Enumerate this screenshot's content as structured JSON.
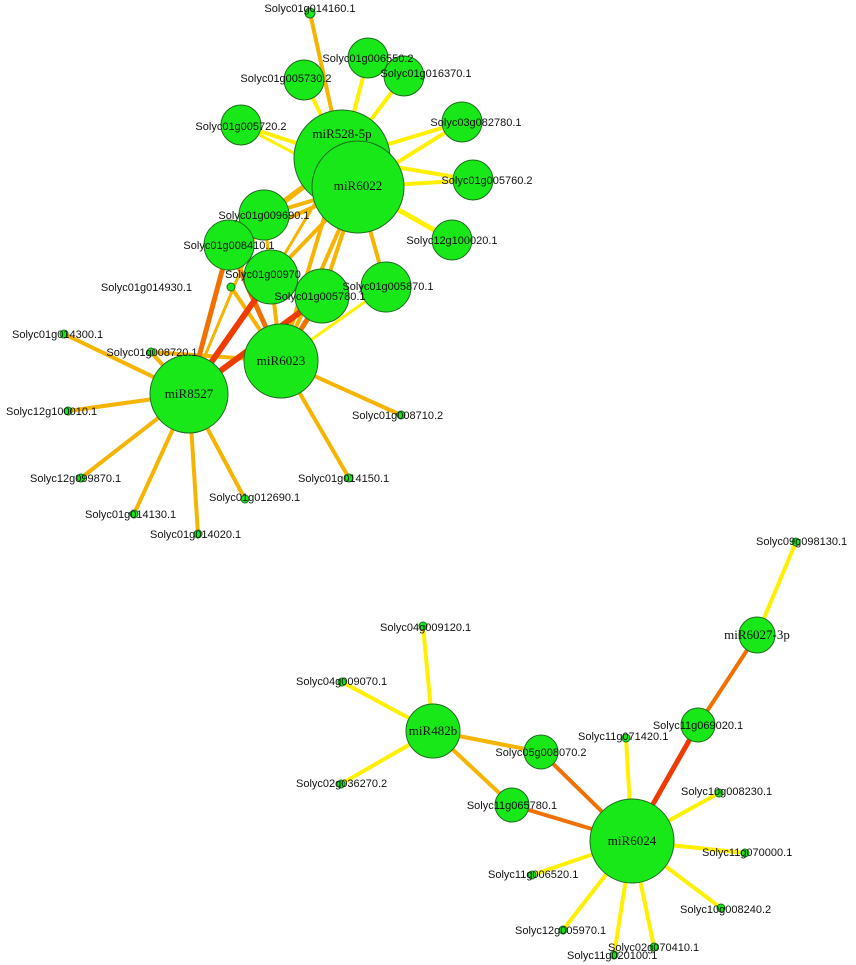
{
  "colors": {
    "node_fill": "#18e818",
    "node_stroke": "#1f6b1f",
    "edge_weak": "#fff000",
    "edge_mid": "#f5b400",
    "edge_strong": "#f07000",
    "edge_strongest": "#ee3b00"
  },
  "nodes": [
    {
      "id": "miR528-5p",
      "label": "miR528-5p",
      "type": "mirna"
    },
    {
      "id": "miR6022",
      "label": "miR6022",
      "type": "mirna"
    },
    {
      "id": "miR6023",
      "label": "miR6023",
      "type": "mirna"
    },
    {
      "id": "miR8527",
      "label": "miR8527",
      "type": "mirna"
    },
    {
      "id": "miR6024",
      "label": "miR6024",
      "type": "mirna"
    },
    {
      "id": "miR482b",
      "label": "miR482b",
      "type": "mirna"
    },
    {
      "id": "miR6027-3p",
      "label": "miR6027-3p",
      "type": "mirna"
    },
    {
      "id": "g014160",
      "label": "Solyc01g014160.1",
      "type": "gene"
    },
    {
      "id": "g006550",
      "label": "Solyc01g006550.2",
      "type": "gene"
    },
    {
      "id": "g005730",
      "label": "Solyc01g005730.2",
      "type": "gene"
    },
    {
      "id": "g016370",
      "label": "Solyc01g016370.1",
      "type": "gene"
    },
    {
      "id": "g082780",
      "label": "Solyc03g082780.1",
      "type": "gene"
    },
    {
      "id": "g005720",
      "label": "Solyc01g005720.2",
      "type": "gene"
    },
    {
      "id": "g005760",
      "label": "Solyc01g005760.2",
      "type": "gene"
    },
    {
      "id": "g100020",
      "label": "Solyc12g100020.1",
      "type": "gene"
    },
    {
      "id": "g009690",
      "label": "Solyc01g009690.1",
      "type": "gene"
    },
    {
      "id": "g008410",
      "label": "Solyc01g008410.1",
      "type": "gene"
    },
    {
      "id": "g00970",
      "label": "Solyc01g00970",
      "type": "gene"
    },
    {
      "id": "g005780",
      "label": "Solyc01g005780.1",
      "type": "gene"
    },
    {
      "id": "g005870",
      "label": "Solyc01g005870.1",
      "type": "gene"
    },
    {
      "id": "g014930",
      "label": "Solyc01g014930.1",
      "type": "gene"
    },
    {
      "id": "g014300",
      "label": "Solyc01g014300.1",
      "type": "gene"
    },
    {
      "id": "g008720",
      "label": "Solyc01g008720.1",
      "type": "gene"
    },
    {
      "id": "g100010",
      "label": "Solyc12g100010.1",
      "type": "gene"
    },
    {
      "id": "g008710",
      "label": "Solyc01g008710.2",
      "type": "gene"
    },
    {
      "id": "g099870",
      "label": "Solyc12g099870.1",
      "type": "gene"
    },
    {
      "id": "g012690",
      "label": "Solyc01g012690.1",
      "type": "gene"
    },
    {
      "id": "g014150",
      "label": "Solyc01g014150.1",
      "type": "gene"
    },
    {
      "id": "g014130",
      "label": "Solyc01g014130.1",
      "type": "gene"
    },
    {
      "id": "g014020",
      "label": "Solyc01g014020.1",
      "type": "gene"
    },
    {
      "id": "g098130",
      "label": "Solyc09g098130.1",
      "type": "gene"
    },
    {
      "id": "g009120",
      "label": "Solyc04g009120.1",
      "type": "gene"
    },
    {
      "id": "g009070",
      "label": "Solyc04g009070.1",
      "type": "gene"
    },
    {
      "id": "g036270",
      "label": "Solyc02g036270.2",
      "type": "gene"
    },
    {
      "id": "g008070",
      "label": "Solyc05g008070.2",
      "type": "gene"
    },
    {
      "id": "g071420",
      "label": "Solyc11g071420.1",
      "type": "gene"
    },
    {
      "id": "g069020",
      "label": "Solyc11g069020.1",
      "type": "gene"
    },
    {
      "id": "g065780",
      "label": "Solyc11g065780.1",
      "type": "gene"
    },
    {
      "id": "g008230",
      "label": "Solyc10g008230.1",
      "type": "gene"
    },
    {
      "id": "g070000",
      "label": "Solyc11g070000.1",
      "type": "gene"
    },
    {
      "id": "g006520",
      "label": "Solyc11g006520.1",
      "type": "gene"
    },
    {
      "id": "g008240",
      "label": "Solyc10g008240.2",
      "type": "gene"
    },
    {
      "id": "g005970",
      "label": "Solyc12g005970.1",
      "type": "gene"
    },
    {
      "id": "g070410",
      "label": "Solyc02g070410.1",
      "type": "gene"
    },
    {
      "id": "g020100",
      "label": "Solyc11g020100.1",
      "type": "gene"
    }
  ]
}
